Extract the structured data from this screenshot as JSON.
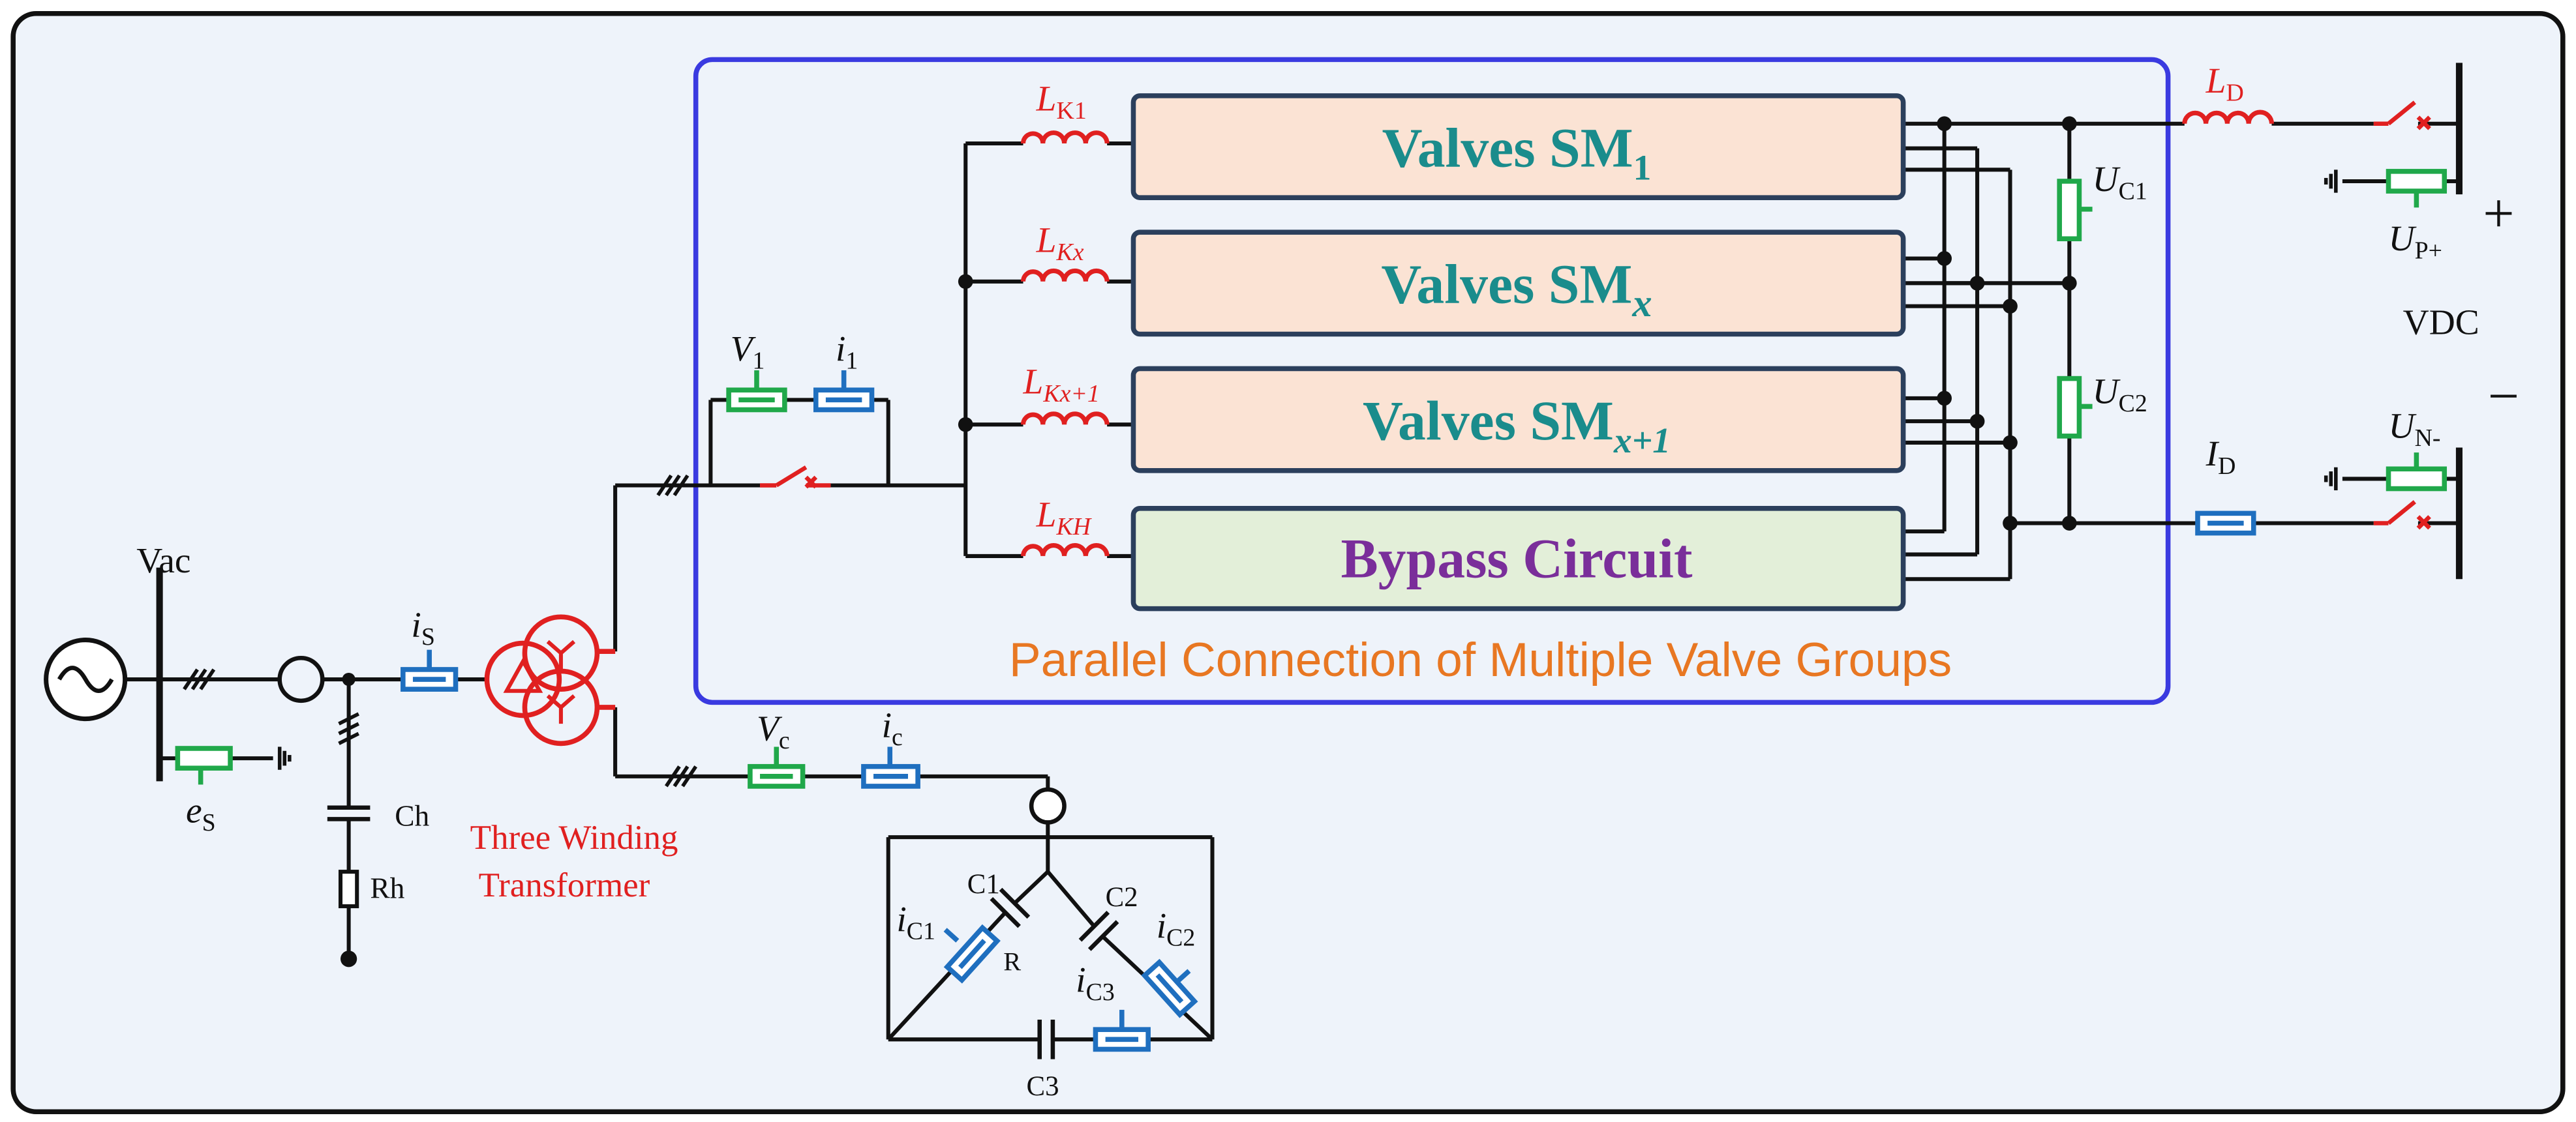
{
  "colors": {
    "background": "#eef3fa",
    "frame": "#111111",
    "valve_group_border": "#3a3ae0",
    "valve_fill": "#fbe3d4",
    "valve_text": "#1a8c8c",
    "bypass_fill": "#e3efd9",
    "bypass_text": "#7a2e9a",
    "inductor": "#e02020",
    "transformer": "#e02020",
    "voltage_meter": "#20a84a",
    "current_meter": "#1f6fbf",
    "group_caption": "#e87722"
  },
  "ac_side": {
    "source_label": "Vac",
    "source_voltage_meter": "e",
    "source_voltage_meter_sub": "S",
    "current_meter": "i",
    "current_meter_sub": "S",
    "filter_capacitor": "Ch",
    "filter_resistor": "Rh"
  },
  "transformer": {
    "label_line1": "Three Winding",
    "label_line2": "Transformer"
  },
  "valve_side_meters": {
    "voltage": "V",
    "voltage_sub": "1",
    "current": "i",
    "current_sub": "1"
  },
  "tertiary": {
    "voltage": "V",
    "voltage_sub": "c",
    "current": "i",
    "current_sub": "c",
    "c1": "C1",
    "c2": "C2",
    "c3": "C3",
    "r": "R",
    "i_c1": "i",
    "i_c1_sub": "C1",
    "i_c2": "i",
    "i_c2_sub": "C2",
    "i_c3": "i",
    "i_c3_sub": "C3"
  },
  "valve_groups": {
    "caption": "Parallel Connection of Multiple Valve Groups",
    "rows": [
      {
        "inductor": "L",
        "inductor_sub": "K1",
        "label": "Valves SM",
        "label_sub": "1"
      },
      {
        "inductor": "L",
        "inductor_sub": "Kx",
        "label": "Valves SM",
        "label_sub": "x"
      },
      {
        "inductor": "L",
        "inductor_sub": "Kx+1",
        "label": "Valves SM",
        "label_sub": "x+1"
      }
    ],
    "bypass": {
      "inductor": "L",
      "inductor_sub": "KH",
      "label": "Bypass Circuit"
    }
  },
  "dc_side": {
    "capacitor_voltage_1": "U",
    "capacitor_voltage_1_sub": "C1",
    "capacitor_voltage_2": "U",
    "capacitor_voltage_2_sub": "C2",
    "smoothing_inductor": "L",
    "smoothing_inductor_sub": "D",
    "dc_current": "I",
    "dc_current_sub": "D",
    "positive_voltage": "U",
    "positive_voltage_sub": "P+",
    "negative_voltage": "U",
    "negative_voltage_sub": "N-",
    "plus_sign": "+",
    "minus_sign": "−",
    "vdc_label": "VDC"
  }
}
